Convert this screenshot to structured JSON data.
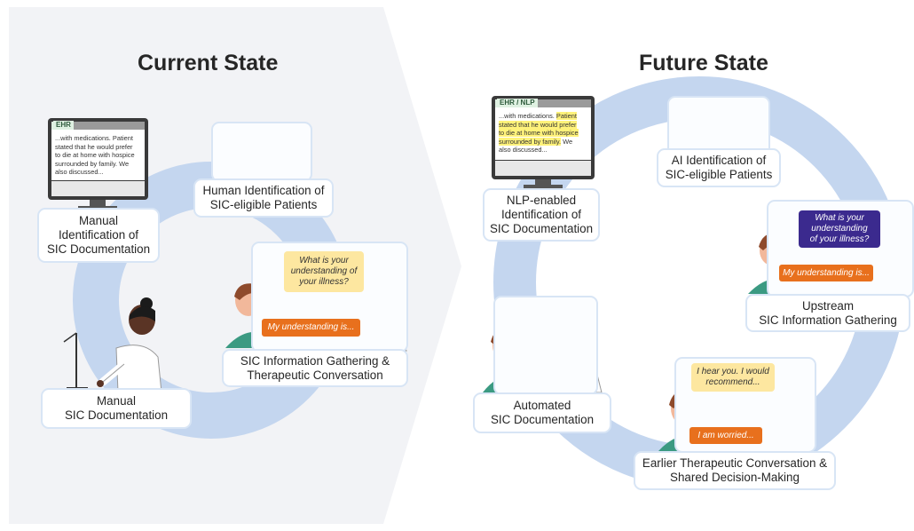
{
  "panels": {
    "current": {
      "title": "Current State"
    },
    "future": {
      "title": "Future State"
    }
  },
  "current": {
    "ehr_tab": "EHR",
    "ehr_text": [
      "...with medications. Patient",
      "stated that he would prefer",
      "to die at home with hospice",
      "surrounded by family. We",
      "also discussed..."
    ],
    "steps": {
      "manual_identification": [
        "Manual",
        "Identification of",
        "SIC Documentation"
      ],
      "human_identification": [
        "Human Identification of",
        "SIC-eligible Patients"
      ],
      "info_gathering": [
        "SIC Information Gathering &",
        "Therapeutic Conversation"
      ],
      "manual_documentation": [
        "Manual",
        "SIC Documentation"
      ]
    },
    "bubbles": {
      "clinician": [
        "What is your",
        "understanding of",
        "your illness?"
      ],
      "patient": "My understanding is..."
    }
  },
  "future": {
    "ehr_tab": "EHR / NLP",
    "ehr_text_plain_1": "...with medications.",
    "ehr_text_hl_1": "Patient",
    "ehr_text_hl_2": [
      "stated that he would prefer",
      "to die at home with hospice",
      "surrounded by family."
    ],
    "ehr_text_plain_2": "We",
    "ehr_text_plain_3": "also discussed...",
    "steps": {
      "nlp_identification": [
        "NLP-enabled",
        "Identification of",
        "SIC Documentation"
      ],
      "ai_identification": [
        "AI Identification of",
        "SIC-eligible Patients"
      ],
      "upstream": [
        "Upstream",
        "SIC Information Gathering"
      ],
      "earlier_conversation": [
        "Earlier Therapeutic Conversation &",
        "Shared Decision-Making"
      ],
      "automated_documentation": [
        "Automated",
        "SIC Documentation"
      ]
    },
    "bubbles": {
      "robot": [
        "What is your",
        "understanding",
        "of your illness?"
      ],
      "patient_upstream": "My understanding is...",
      "clinician_recommend": [
        "I hear you. I would",
        "recommend..."
      ],
      "patient_worried": "I am worried..."
    }
  },
  "colors": {
    "ring": "#c4d6ef",
    "arrow_band": "#f2f3f6",
    "card_border": "#d8e5f5",
    "bubble_yellow": "#fde7a0",
    "bubble_orange": "#e8701d",
    "bubble_purple": "#3b2a8e",
    "shirt_green": "#3b9a82",
    "skin_light": "#f2b89b",
    "skin_dark": "#5a3425",
    "hair_brown": "#8e4a2c"
  },
  "icons": [
    "monitor-icon",
    "people-grid-icon",
    "patient-icon",
    "clinician-icon",
    "robot-icon",
    "tablet-icon",
    "signal-icon",
    "desk-computer-icon"
  ]
}
